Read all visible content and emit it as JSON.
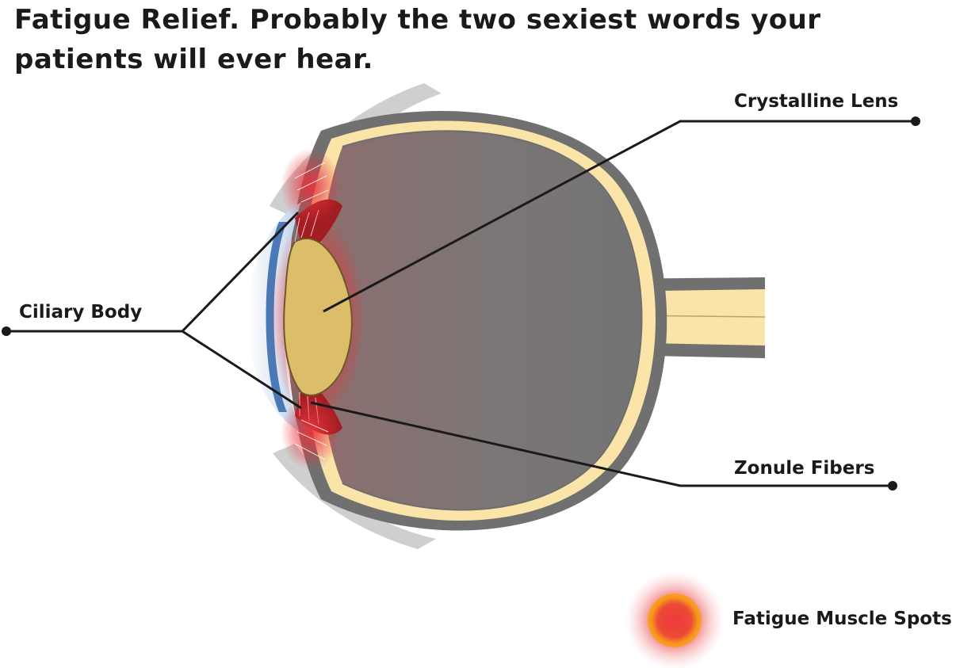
{
  "headline": {
    "line1": "Fatigue Relief. Probably the two sexiest words your",
    "line2": "patients will ever hear."
  },
  "labels": {
    "crystalline_lens": "Crystalline Lens",
    "ciliary_body": "Ciliary Body",
    "zonule_fibers": "Zonule Fibers"
  },
  "legend": {
    "fatigue_spots": "Fatigue Muscle Spots"
  },
  "colors": {
    "sclera": "#707070",
    "vitreous_dark": "#757575",
    "retina": "#fbe4a8",
    "lens": "#dbbd6a",
    "fatigue_red": "#e8333a",
    "fatigue_orange": "#f7941d",
    "cornea_blue": "#4a79b5"
  }
}
